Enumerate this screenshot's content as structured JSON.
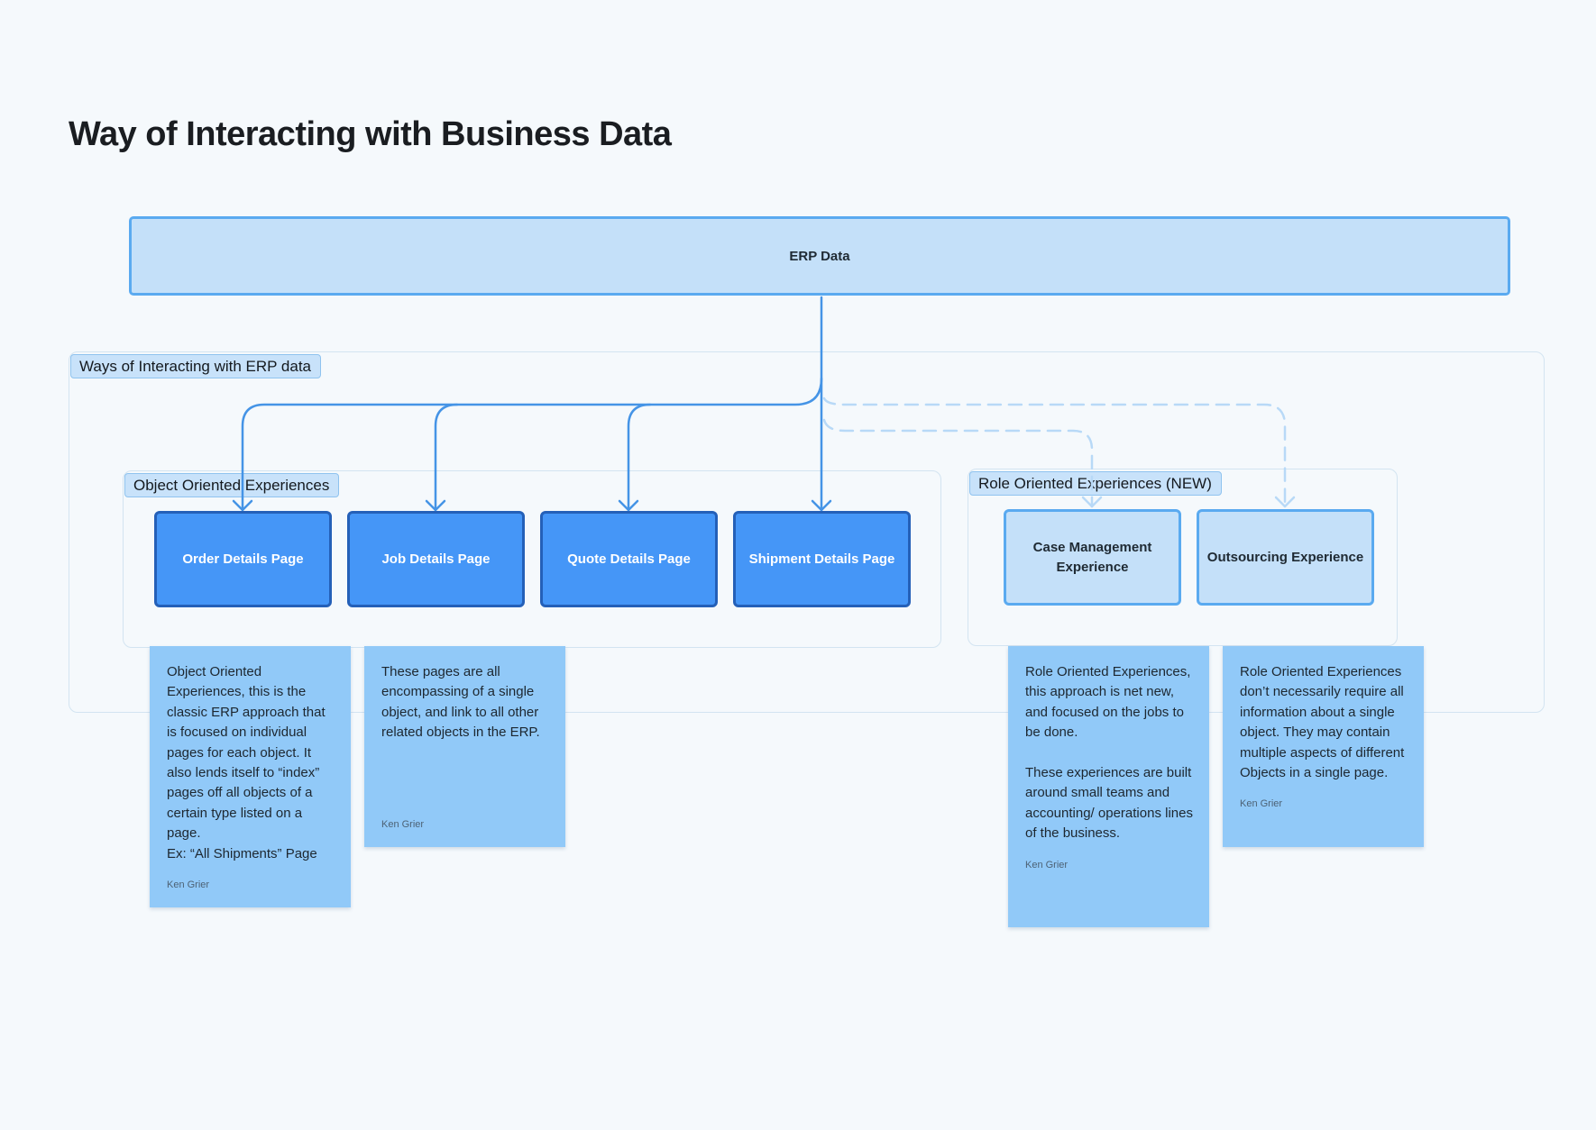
{
  "title": "Way of Interacting with Business Data",
  "erp": {
    "label": "ERP Data"
  },
  "sections": {
    "ways": {
      "label": "Ways of Interacting with ERP data"
    },
    "object_oriented": {
      "label": "Object Oriented Experiences"
    },
    "role_oriented": {
      "label": "Role Oriented Experiences (NEW)"
    }
  },
  "nodes": {
    "order": "Order Details Page",
    "job": "Job Details Page",
    "quote": "Quote Details Page",
    "shipment": "Shipment Details Page",
    "case_management": "Case Management Experience",
    "outsourcing": "Outsourcing Experience"
  },
  "stickies": [
    {
      "paragraphs": [
        "Object Oriented Experiences, this is the classic ERP approach that is focused on individual pages for each object. It also lends itself to “index” pages off all objects of a certain type listed on a page.\nEx: “All Shipments” Page"
      ],
      "author": "Ken Grier"
    },
    {
      "paragraphs": [
        "These pages are all encompassing of a single object, and link to all other related objects in the ERP."
      ],
      "author": "Ken Grier"
    },
    {
      "paragraphs": [
        "Role Oriented Experiences, this approach is net new, and focused on the jobs to be done.",
        "These experiences are built around small teams and accounting/ operations lines of the business."
      ],
      "author": "Ken Grier"
    },
    {
      "paragraphs": [
        "Role Oriented Experiences don’t necessarily require all information about a single object. They may contain multiple aspects of different Objects in a single page."
      ],
      "author": "Ken Grier"
    }
  ],
  "colors": {
    "background": "#f5f9fc",
    "erp_fill": "#c4e0f9",
    "erp_border": "#5aaaf0",
    "object_node_fill": "#4596f7",
    "object_node_border": "#2460b8",
    "sticky_fill": "#91c9f8",
    "solid_connector": "#4594e6",
    "dashed_connector": "#b8d9f7"
  }
}
